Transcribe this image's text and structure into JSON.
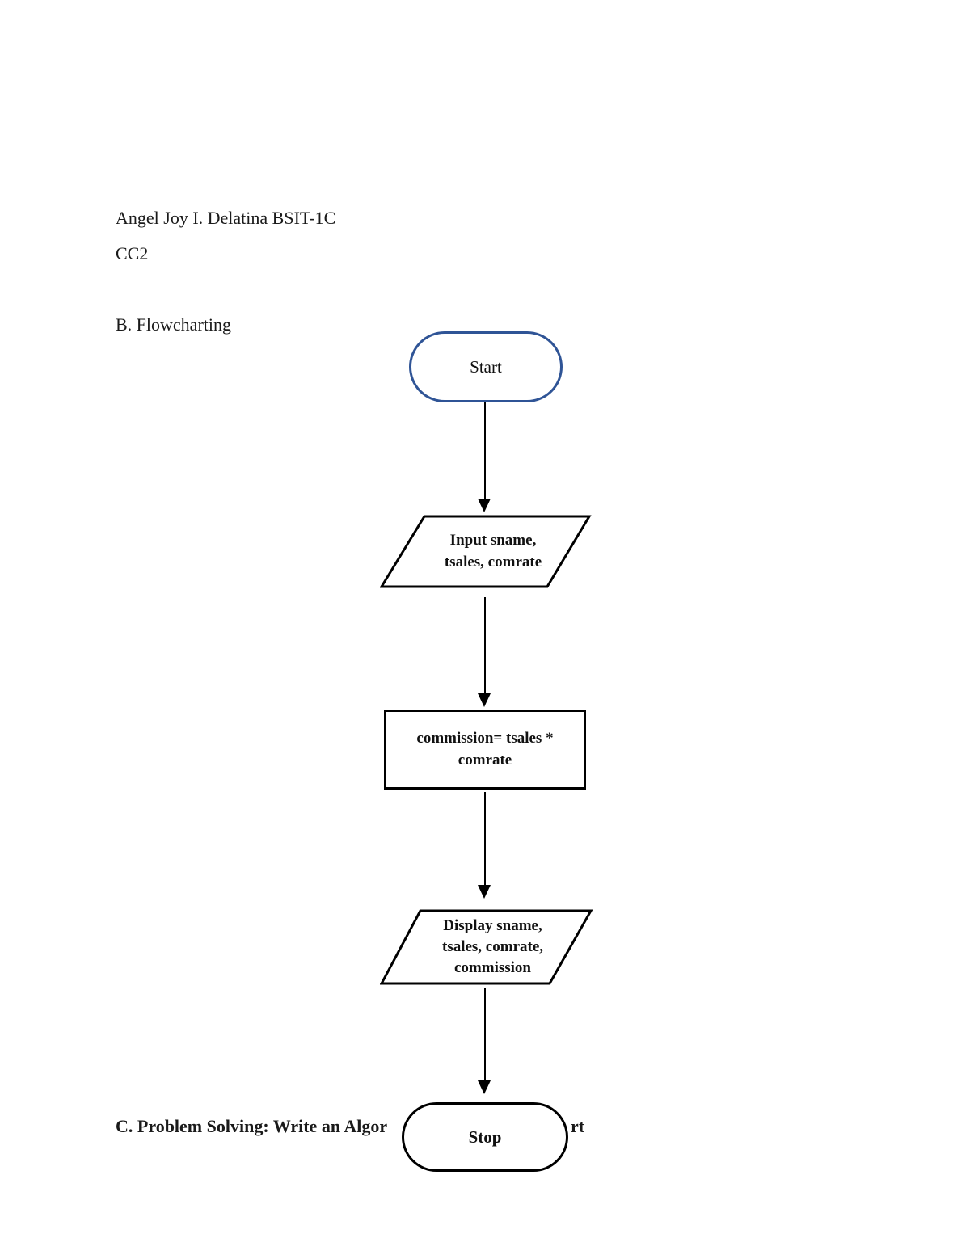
{
  "document": {
    "header_line1": "Angel Joy I. Delatina BSIT-1C",
    "header_line2": "CC2",
    "section_b_label": "B. Flowcharting",
    "section_c_prefix": "C. Problem Solving: Write an Algor",
    "section_c_suffix": "rt"
  },
  "flowchart": {
    "nodes": [
      {
        "id": "start",
        "type": "terminator",
        "label": "Start"
      },
      {
        "id": "input",
        "type": "parallelogram",
        "lines": [
          "Input sname,",
          "tsales, comrate"
        ]
      },
      {
        "id": "process",
        "type": "rectangle",
        "lines": [
          "commission= tsales *",
          "comrate"
        ]
      },
      {
        "id": "display",
        "type": "parallelogram",
        "lines": [
          "Display sname,",
          "tsales, comrate,",
          "commission"
        ]
      },
      {
        "id": "stop",
        "type": "terminator",
        "label": "Stop"
      }
    ],
    "connector_count": 4
  },
  "colors": {
    "start_border_blue": "#2F5496",
    "shape_border_black": "#000000",
    "page_background": "#FFFFFF",
    "text_ink": "#1A1A1A"
  }
}
